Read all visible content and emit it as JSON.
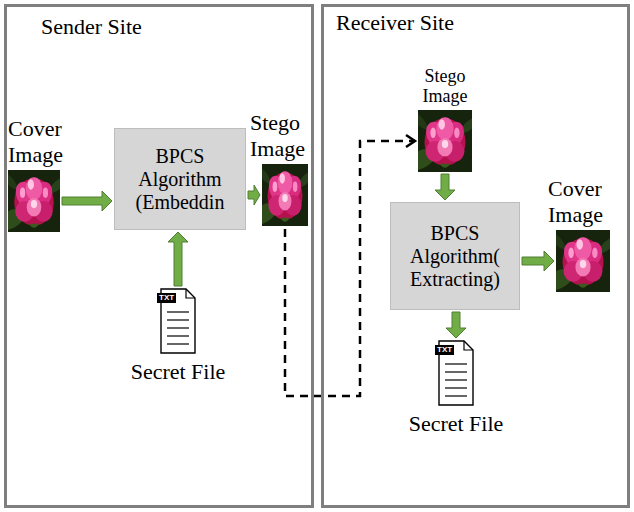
{
  "diagram": {
    "nodes": [
      {
        "text": [
          "Sender Site"
        ]
      },
      {
        "text": [
          "Receiver Site"
        ]
      },
      {
        "text": [
          "Cover Image"
        ],
        "in": 0
      },
      {
        "text": [
          "BPCS Algorithm (Embeddin"
        ],
        "in": 0
      },
      {
        "text": [
          "Stego Image"
        ],
        "in": 0
      },
      {
        "text": [
          "TXT",
          "Secret File"
        ],
        "in": 0
      },
      {
        "text": [
          "Stego Image"
        ],
        "in": 1
      },
      {
        "text": [
          "BPCS Algorithm( Extracting)"
        ],
        "in": 1
      },
      {
        "text": [
          "Cover Image"
        ],
        "in": 1
      },
      {
        "text": [
          "TXT",
          "Secret File"
        ],
        "in": 1
      }
    ],
    "edges": [
      {
        "from": 2,
        "to": 3,
        "arrow": "to"
      },
      {
        "from": 5,
        "to": 3,
        "arrow": "to"
      },
      {
        "from": 3,
        "to": 4,
        "arrow": "to"
      },
      {
        "from": 4,
        "to": 6,
        "arrow": "to"
      },
      {
        "from": 6,
        "to": 7,
        "arrow": "to"
      },
      {
        "from": 7,
        "to": 8,
        "arrow": "to"
      },
      {
        "from": 7,
        "to": 9,
        "arrow": "to"
      }
    ]
  }
}
